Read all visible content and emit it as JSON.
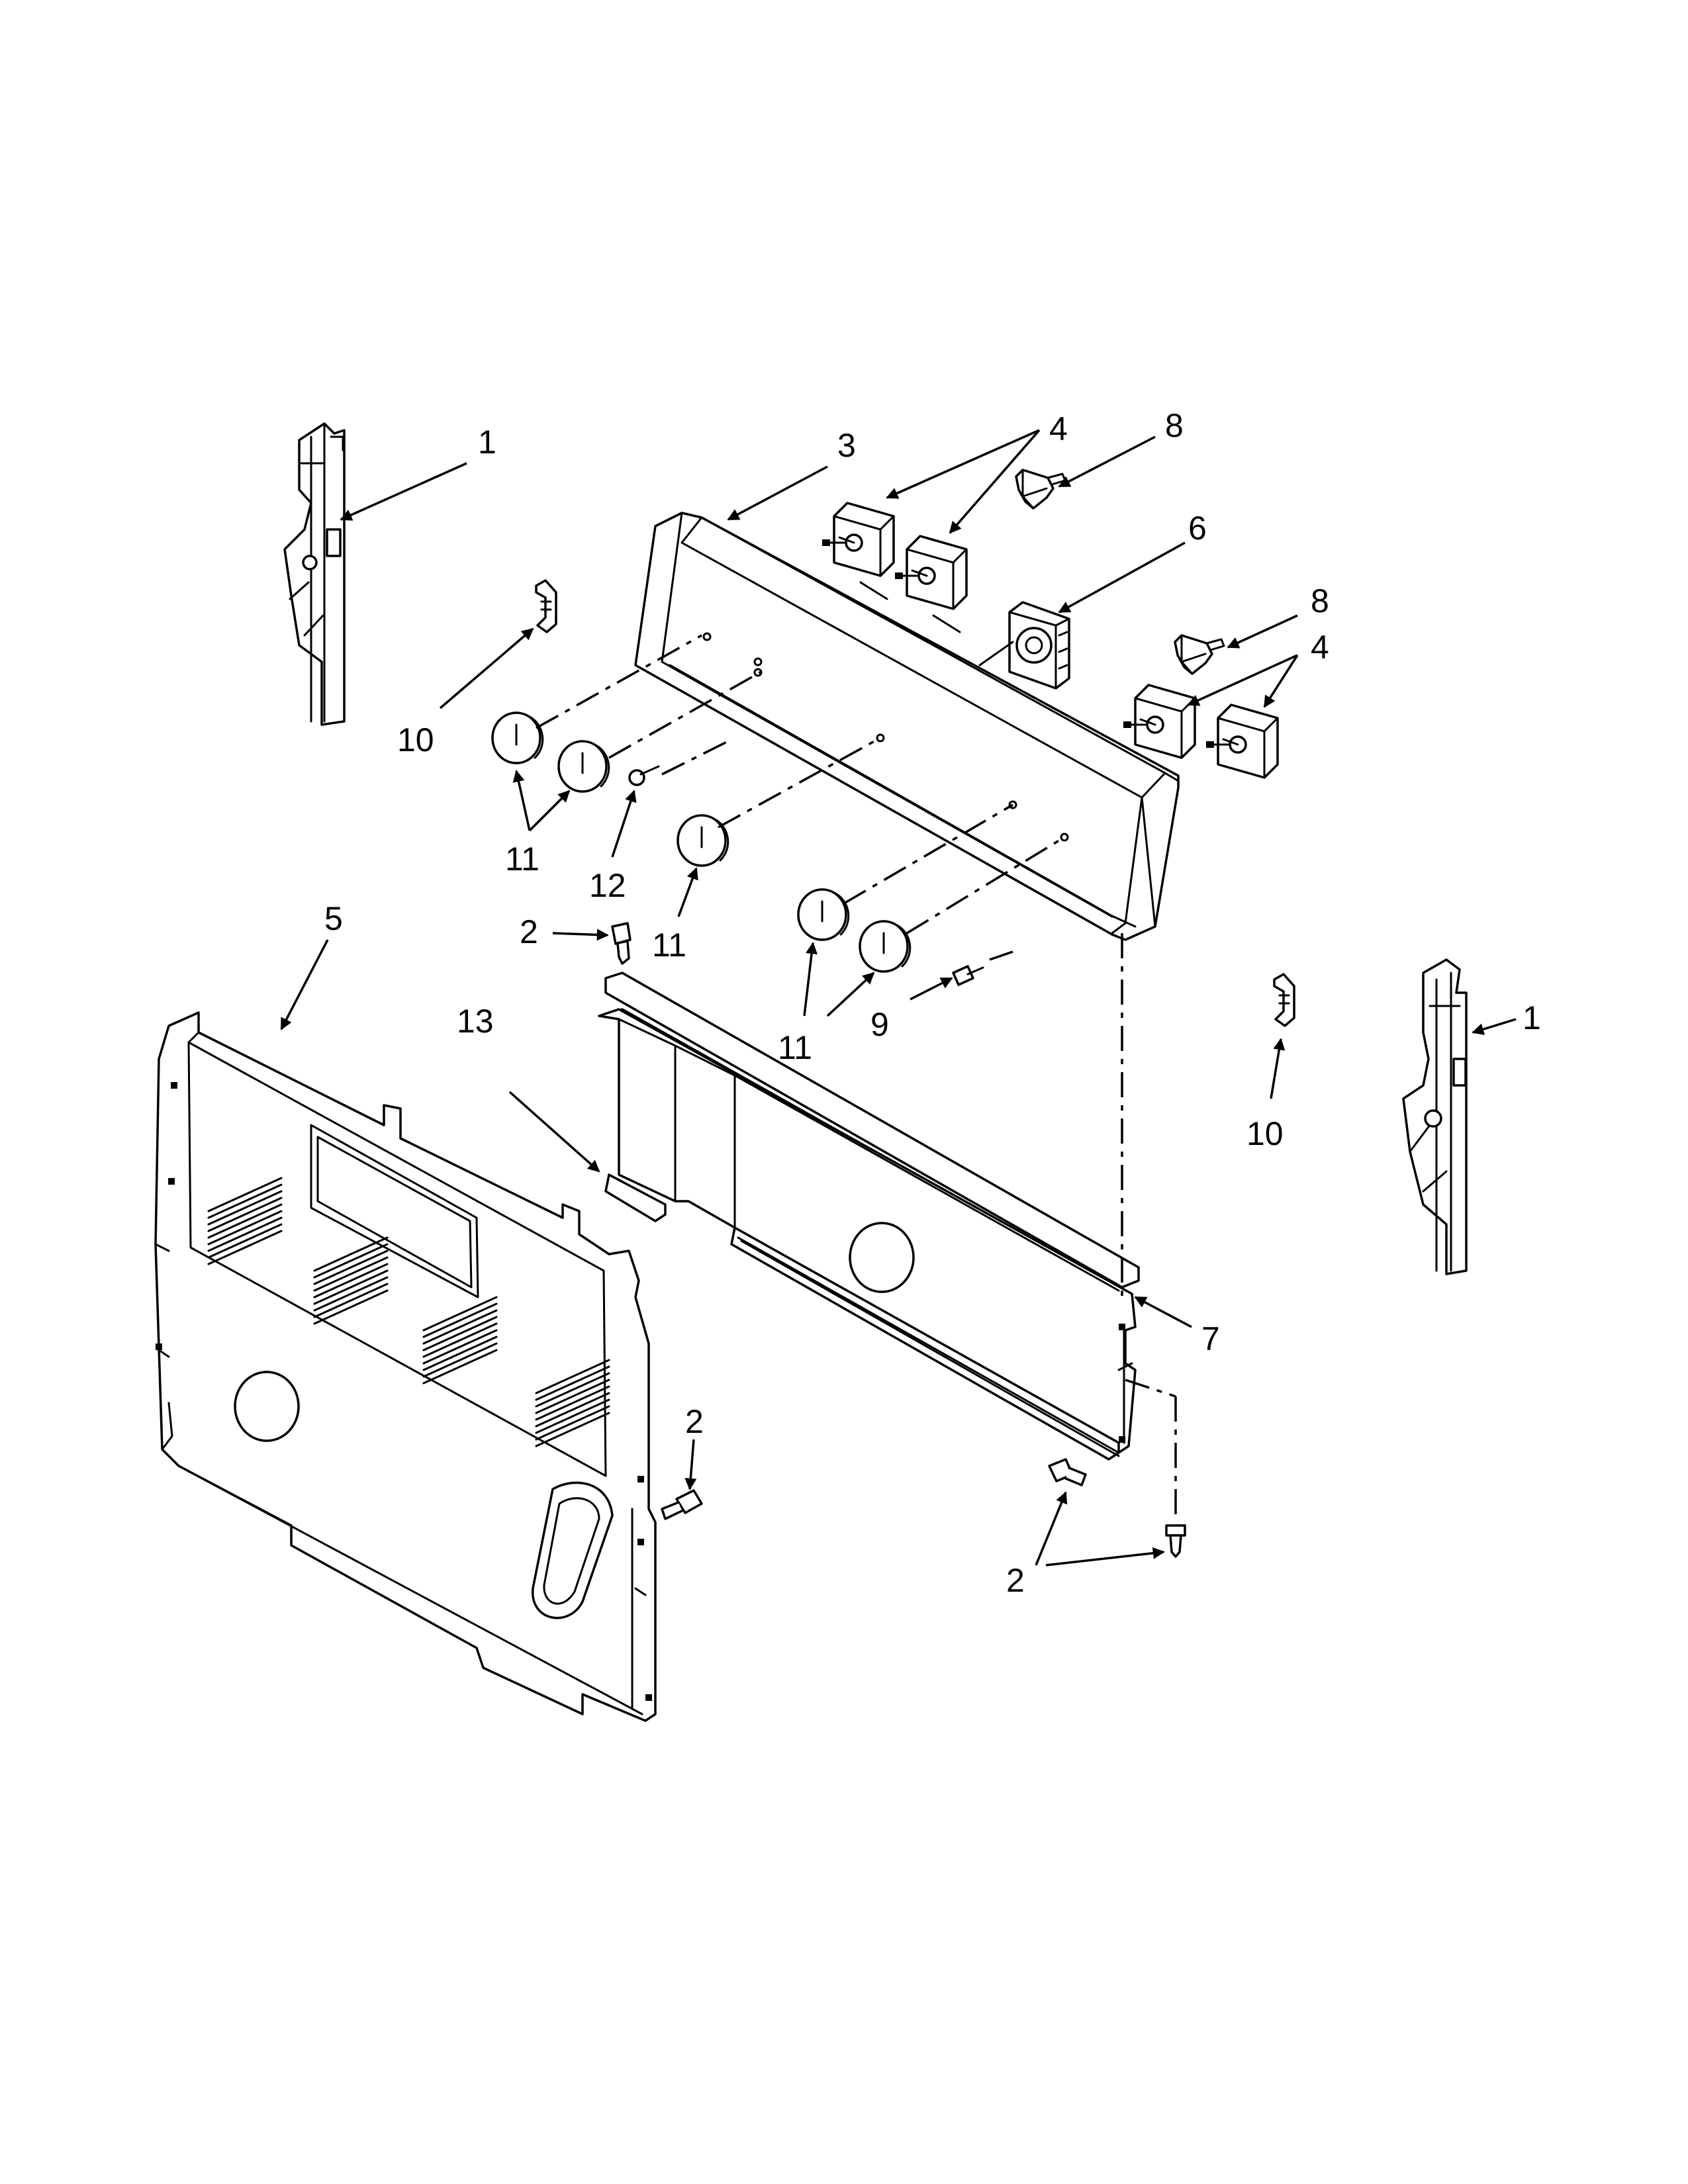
{
  "callouts": [
    {
      "label": "1"
    },
    {
      "label": "3"
    },
    {
      "label": "4"
    },
    {
      "label": "8"
    },
    {
      "label": "6"
    },
    {
      "label": "8"
    },
    {
      "label": "4"
    },
    {
      "label": "10"
    },
    {
      "label": "11"
    },
    {
      "label": "12"
    },
    {
      "label": "11"
    },
    {
      "label": "5"
    },
    {
      "label": "2"
    },
    {
      "label": "11"
    },
    {
      "label": "9"
    },
    {
      "label": "13"
    },
    {
      "label": "1"
    },
    {
      "label": "10"
    },
    {
      "label": "7"
    },
    {
      "label": "2"
    },
    {
      "label": "2"
    }
  ]
}
